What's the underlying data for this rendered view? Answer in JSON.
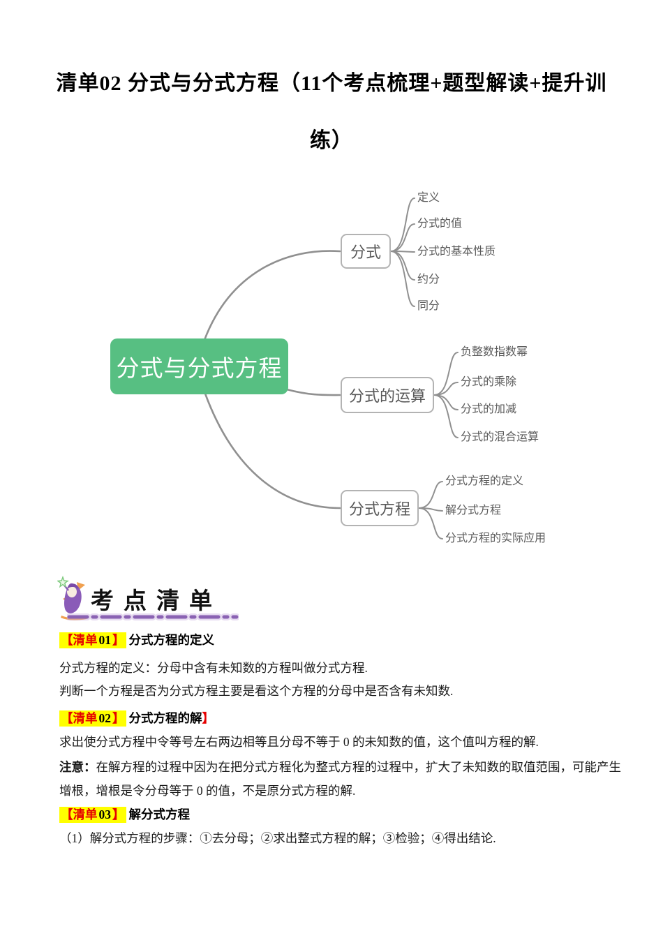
{
  "title": {
    "line1": "清单02 分式与分式方程（11个考点梳理+题型解读+提升训",
    "line2": "练）"
  },
  "mindmap": {
    "root": "分式与分式方程",
    "root_color": "#57bf82",
    "line_color": "#909090",
    "branches": [
      {
        "label": "分式",
        "children": [
          "定义",
          "分式的值",
          "分式的基本性质",
          "约分",
          "同分"
        ]
      },
      {
        "label": "分式的运算",
        "children": [
          "负整数指数幂",
          "分式的乘除",
          "分式的加减",
          "分式的混合运算"
        ]
      },
      {
        "label": "分式方程",
        "children": [
          "分式方程的定义",
          "解分式方程",
          "分式方程的实际应用"
        ]
      }
    ]
  },
  "banner": {
    "title": "考点清单",
    "underline_color": "#8a62b3",
    "mascot_icon": "wizard-mascot-icon"
  },
  "sections": [
    {
      "tag_pre": "【清单",
      "tag_num": "01",
      "tag_post": "】",
      "heading": "分式方程的定义",
      "suffix": ""
    },
    {
      "tag_pre": "【清单",
      "tag_num": "02",
      "tag_post": "】",
      "heading": "分式方程的解",
      "suffix": "】"
    },
    {
      "tag_pre": "【清单",
      "tag_num": "03",
      "tag_post": "】",
      "heading": "解分式方程",
      "suffix": ""
    }
  ],
  "paragraphs": {
    "p1": "分式方程的定义：分母中含有未知数的方程叫做分式方程.",
    "p2": "判断一个方程是否为分式方程主要是看这个方程的分母中是否含有未知数.",
    "p3": "求出使分式方程中令等号左右两边相等且分母不等于 0 的未知数的值，这个值叫方程的解.",
    "p4_lead": "注意：",
    "p4_line1": "在解方程的过程中因为在把分式方程化为整式方程的过程中，扩大了未知数的取值范围，可能产生",
    "p4_line2": "增根，增根是令分母等于 0 的值，不是原分式方程的解.",
    "p5": "（1）解分式方程的步骤：①去分母；②求出整式方程的解；③检验；④得出结论."
  },
  "colors": {
    "highlight": "#ffff00",
    "tag_red": "#e60000",
    "root_green": "#57bf82",
    "map_line_gray": "#909090"
  }
}
